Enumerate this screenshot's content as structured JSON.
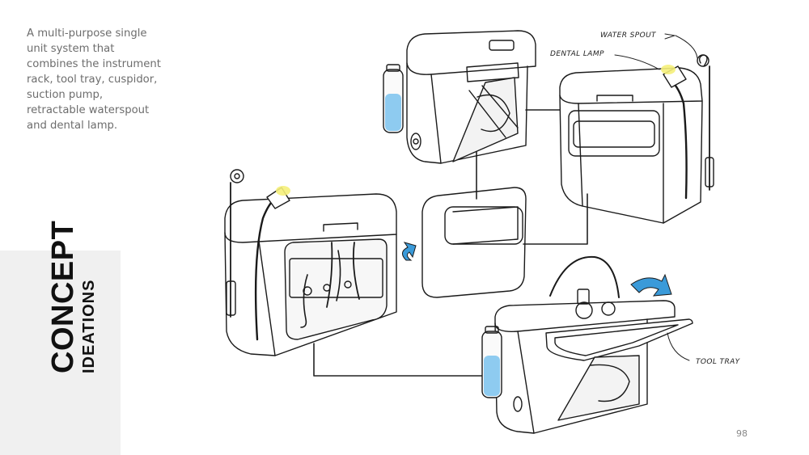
{
  "description": "A multi-purpose single unit system that combines the instrument rack, tool tray, cuspidor, suction pump, retractable waterspout and dental lamp.",
  "title": {
    "main": "CONCEPT",
    "sub": "IDEATIONS"
  },
  "annotations": {
    "water_spout": "WATER SPOUT",
    "dental_lamp": "DENTAL LAMP",
    "tool_tray": "TOOL TRAY"
  },
  "page_number": "98",
  "colors": {
    "accent_blue": "#3a9ad9",
    "water_blue": "#8ecbf0",
    "lamp_yellow": "#f5f07a",
    "panel_gray": "#f0f0f0"
  }
}
